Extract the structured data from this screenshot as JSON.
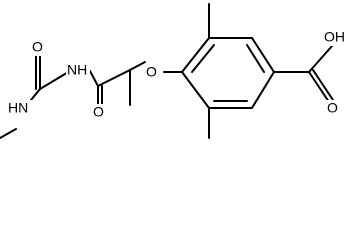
{
  "diagram": {
    "type": "chemical-structure",
    "atom_labels": {
      "amide_o_left": "O",
      "urea_nh": "NH",
      "methyl_nh": "HN",
      "amide_o_lower": "O",
      "ether_o": "O",
      "acid_oh": "OH",
      "acid_o": "O"
    }
  }
}
